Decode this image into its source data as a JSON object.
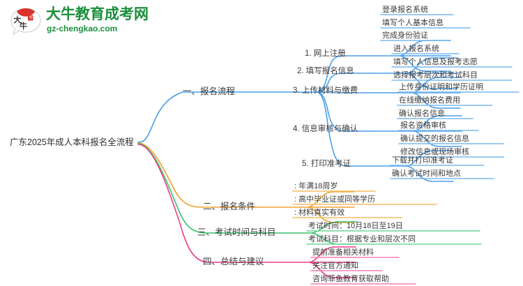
{
  "logo": {
    "icon_name": "daniu-speech-bubble-logo",
    "wordmark": "大牛教育成考网",
    "domain": "gz-chengkao.com",
    "brand_color": "#1a8f3c",
    "bubble_red": "#d8332a",
    "bubble_text": "大牛"
  },
  "mindmap": {
    "root": "广东2025年成人本科报名全流程",
    "branches": [
      {
        "label": "一、报名流程",
        "color": "#4a9eea",
        "children": [
          {
            "label": "1. 网上注册",
            "leaves": [
              "登录报名系统",
              "填写个人基本信息",
              "完成身份验证"
            ]
          },
          {
            "label": "2. 填写报名信息",
            "leaves": [
              "进入报名系统",
              "填写个人信息及报考志愿",
              "选择报考层次和考试科目"
            ]
          },
          {
            "label": "3. 上传材料与缴费",
            "leaves": [
              "上传身份证明和学历证明",
              "在线缴纳报名费用",
              "确认报名信息"
            ]
          },
          {
            "label": "4. 信息审核与确认",
            "leaves": [
              "报名资格审核",
              "确认提交的报名信息",
              "修改信息或现场审核"
            ]
          },
          {
            "label": "5. 打印准考证",
            "leaves": [
              "下载并打印准考证",
              "确认考试时间和地点"
            ]
          }
        ]
      },
      {
        "label": "二、报名条件",
        "color": "#f0a030",
        "children": [
          {
            "label": "",
            "leaves": [
              ": 年满18周岁",
              ": 高中毕业证或同等学历",
              ": 材料真实有效"
            ]
          }
        ]
      },
      {
        "label": "三、考试时间与科目",
        "color": "#35c16b",
        "children": [
          {
            "label": "",
            "leaves": [
              "考试时间：10月18日至19日",
              "考试科目：根据专业和层次不同"
            ]
          }
        ]
      },
      {
        "label": "四、总结与建议",
        "color": "#ec3d8a",
        "children": [
          {
            "label": "",
            "leaves": [
              "提前准备相关材料",
              "关注官方通知",
              "咨询菲鱼教育获取帮助"
            ]
          }
        ]
      }
    ]
  }
}
